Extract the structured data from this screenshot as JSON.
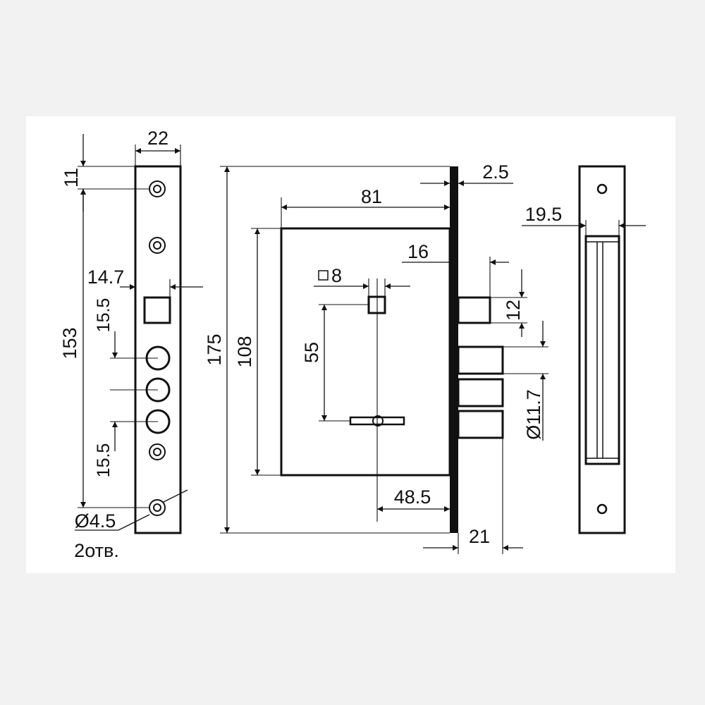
{
  "colors": {
    "background": "#f2f2f2",
    "panel": "#ffffff",
    "line": "#111111"
  },
  "dimensions": {
    "faceplate_width": "22",
    "top_screw_offset": "11",
    "latch_offset": "14.7",
    "spacing_top": "15.5",
    "spacing_bottom": "15.5",
    "overall_height": "153",
    "screw_hole": "Ø4.5",
    "hole_count": "2отв.",
    "housing_depth": "81",
    "plate_thickness": "2.5",
    "latch_projection": "16",
    "spindle_square": "8",
    "faceplate_length": "175",
    "housing_height": "108",
    "center_distance": "55",
    "latch_height": "12",
    "bolt_diameter": "Ø11.7",
    "backset": "48.5",
    "bolt_throw": "21",
    "strike_width": "19.5"
  }
}
